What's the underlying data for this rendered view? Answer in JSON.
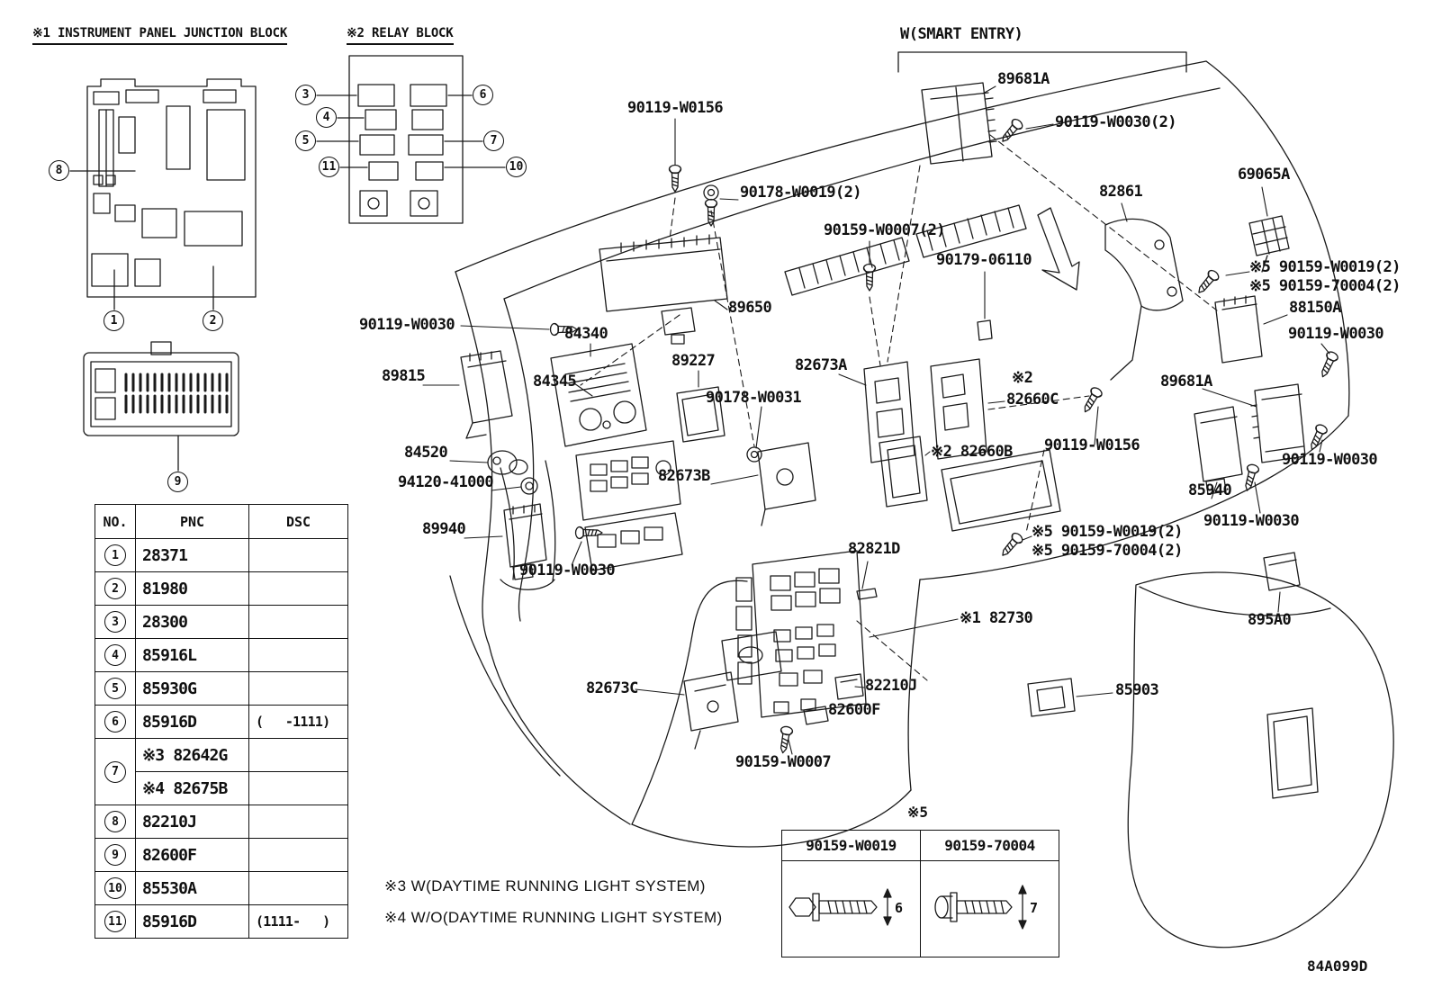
{
  "meta": {
    "drawing_code": "84A099D"
  },
  "headers": {
    "junction_block": "※1 INSTRUMENT PANEL JUNCTION BLOCK",
    "relay_block": "※2 RELAY BLOCK",
    "smart_entry": "W(SMART ENTRY)"
  },
  "callouts": [
    "8",
    "1",
    "2",
    "9",
    "3",
    "4",
    "5",
    "11",
    "6",
    "7",
    "10"
  ],
  "labels": [
    "90119-W0156",
    "89681A",
    "90119-W0030(2)",
    "90178-W0019(2)",
    "82861",
    "69065A",
    "90159-W0007(2)",
    "90179-06110",
    "※5 90159-W0019(2)",
    "※5 90159-70004(2)",
    "89650",
    "88150A",
    "90119-W0030",
    "84340",
    "90119-W0030",
    "89815",
    "84345",
    "89227",
    "82673A",
    "※2",
    "82660C",
    "89681A",
    "90178-W0031",
    "※2 82660B",
    "90119-W0156",
    "84520",
    "90119-W0030",
    "94120-41000",
    "82673B",
    "85940",
    "90119-W0030",
    "89940",
    "※5 90159-W0019(2)",
    "※5 90159-70004(2)",
    "82821D",
    "90119-W0030",
    "※1 82730",
    "895A0",
    "82673C",
    "82210J",
    "85903",
    "82600F",
    "90159-W0007"
  ],
  "parts_table": {
    "columns": [
      "NO.",
      "PNC",
      "DSC"
    ],
    "rows": [
      {
        "no": "1",
        "pnc": "28371",
        "dsc": ""
      },
      {
        "no": "2",
        "pnc": "81980",
        "dsc": ""
      },
      {
        "no": "3",
        "pnc": "28300",
        "dsc": ""
      },
      {
        "no": "4",
        "pnc": "85916L",
        "dsc": ""
      },
      {
        "no": "5",
        "pnc": "85930G",
        "dsc": ""
      },
      {
        "no": "6",
        "pnc": "85916D",
        "dsc": "(   -1111)"
      },
      {
        "no": "7",
        "pnc": "※3 82642G",
        "dsc": ""
      },
      {
        "no": "",
        "pnc": "※4 82675B",
        "dsc": ""
      },
      {
        "no": "8",
        "pnc": "82210J",
        "dsc": ""
      },
      {
        "no": "9",
        "pnc": "82600F",
        "dsc": ""
      },
      {
        "no": "10",
        "pnc": "85530A",
        "dsc": ""
      },
      {
        "no": "11",
        "pnc": "85916D",
        "dsc": "(1111-   )"
      }
    ]
  },
  "screw_table": {
    "title": "※5",
    "columns": [
      "90159-W0019",
      "90159-70004"
    ],
    "dim_left": "6",
    "dim_right": "7"
  },
  "notes": [
    "※3  W(DAYTIME RUNNING LIGHT SYSTEM)",
    "※4  W/O(DAYTIME RUNNING LIGHT SYSTEM)"
  ]
}
